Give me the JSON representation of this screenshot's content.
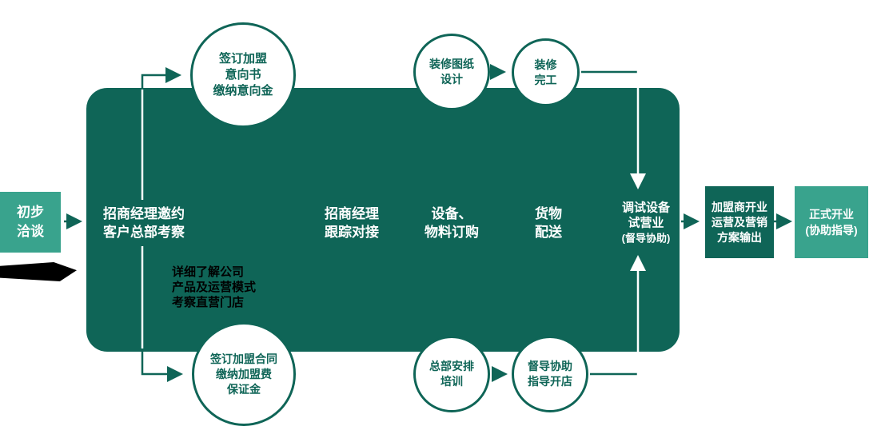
{
  "colors": {
    "dark_teal": "#0F6557",
    "light_teal": "#39A38D",
    "white": "#FFFFFF",
    "black": "#000000"
  },
  "start_box": {
    "lines": [
      "初步",
      "洽谈"
    ]
  },
  "main_block": {
    "steps": [
      {
        "lines": [
          "招商经理邀约",
          "客户总部考察"
        ]
      },
      {
        "lines": [
          "招商经理",
          "跟踪对接"
        ]
      },
      {
        "lines": [
          "设备、",
          "物料订购"
        ]
      },
      {
        "lines": [
          "货物",
          "配送"
        ]
      },
      {
        "lines": [
          "调试设备",
          "试营业",
          "(督导协助)"
        ]
      }
    ]
  },
  "top_circles": [
    {
      "lines": [
        "签订加盟",
        "意向书",
        "缴纳意向金"
      ]
    },
    {
      "lines": [
        "装修图纸",
        "设计"
      ]
    },
    {
      "lines": [
        "装修",
        "完工"
      ]
    }
  ],
  "bottom_circles": [
    {
      "lines": [
        "签订加盟合同",
        "缴纳加盟费",
        "保证金"
      ]
    },
    {
      "lines": [
        "总部安排",
        "培训"
      ]
    },
    {
      "lines": [
        "督导协助",
        "指导开店"
      ]
    }
  ],
  "end_boxes": [
    {
      "lines": [
        "加盟商开业",
        "运营及营销",
        "方案输出"
      ]
    },
    {
      "lines": [
        "正式开业",
        "(协助指导)"
      ]
    }
  ],
  "annotation": {
    "lines": [
      "详细了解公司",
      "产品及运营模式",
      "考察直营门店"
    ]
  }
}
